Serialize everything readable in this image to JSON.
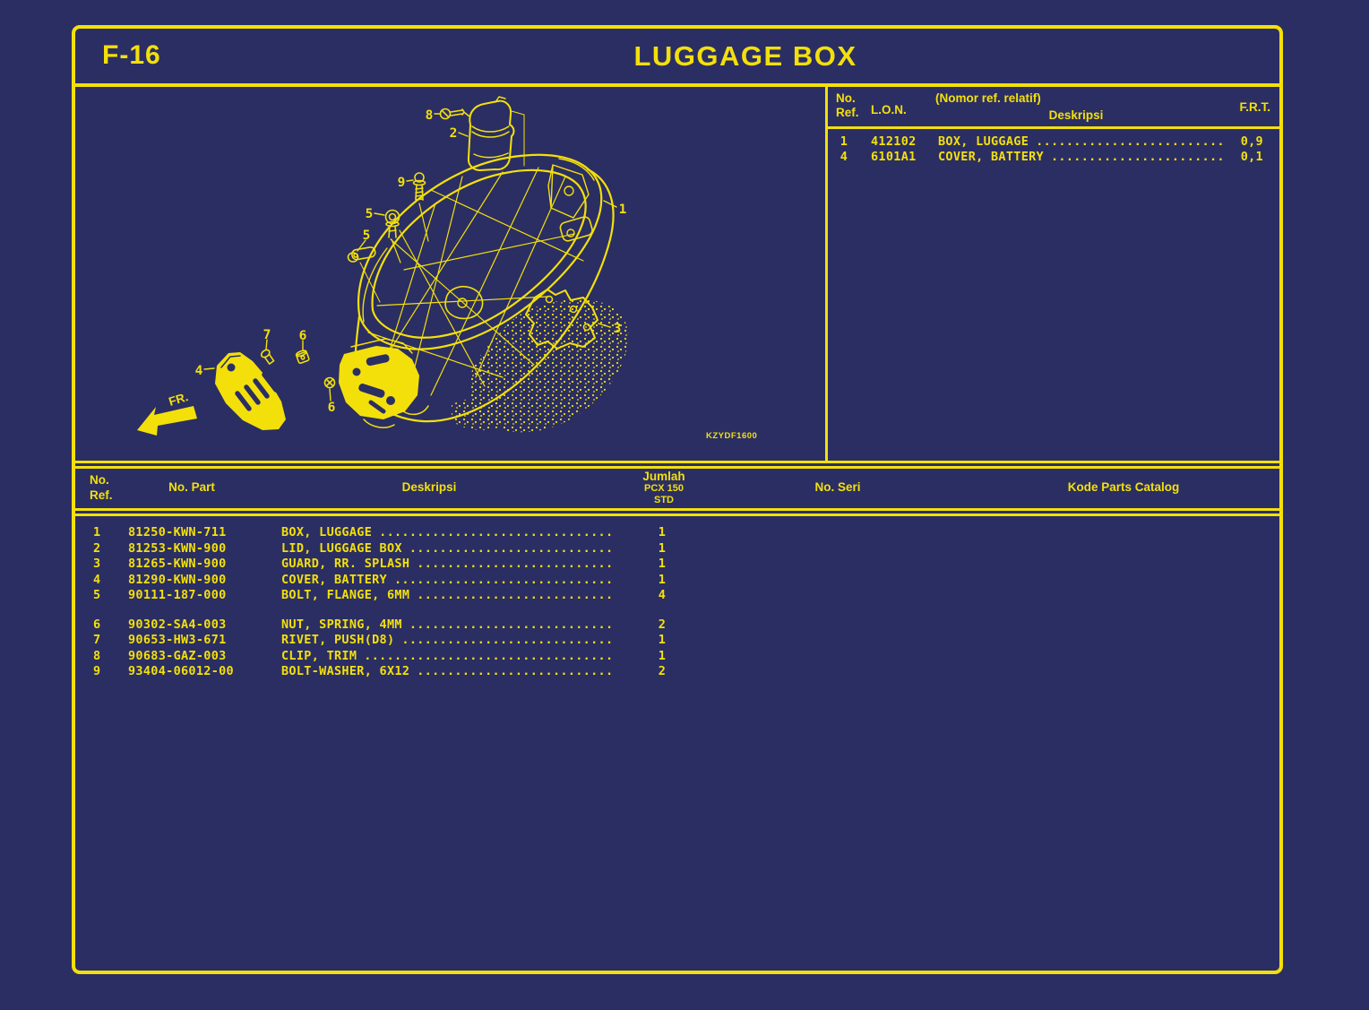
{
  "page": {
    "code": "F-16",
    "title": "LUGGAGE BOX",
    "diagram_code": "KZYDF1600",
    "fr_label": "FR."
  },
  "colors": {
    "background": "#2b2e63",
    "accent": "#f3e00b"
  },
  "ref_table": {
    "header": {
      "ref_l1": "No.",
      "ref_l2": "Ref.",
      "lon": "L.O.N.",
      "desc_note": "(Nomor ref. relatif)",
      "desc": "Deskripsi",
      "frt": "F.R.T."
    },
    "rows": [
      {
        "ref": "1",
        "lon": "412102",
        "desc": "BOX, LUGGAGE",
        "dots": ".........................",
        "frt": "0,9"
      },
      {
        "ref": "4",
        "lon": "6101A1",
        "desc": "COVER, BATTERY",
        "dots": ".......................",
        "frt": "0,1"
      }
    ]
  },
  "parts_table": {
    "header": {
      "ref_l1": "No.",
      "ref_l2": "Ref.",
      "part": "No. Part",
      "desc": "Deskripsi",
      "qty_l1": "Jumlah",
      "qty_l2": "PCX 150",
      "qty_l3": "STD",
      "seri": "No. Seri",
      "kode": "Kode Parts Catalog"
    },
    "rows": [
      {
        "ref": "1",
        "part": "81250-KWN-711",
        "desc": "BOX, LUGGAGE",
        "dots": "...............................",
        "qty": "1"
      },
      {
        "ref": "2",
        "part": "81253-KWN-900",
        "desc": "LID, LUGGAGE BOX",
        "dots": "...........................",
        "qty": "1"
      },
      {
        "ref": "3",
        "part": "81265-KWN-900",
        "desc": "GUARD, RR. SPLASH",
        "dots": "..........................",
        "qty": "1"
      },
      {
        "ref": "4",
        "part": "81290-KWN-900",
        "desc": "COVER, BATTERY",
        "dots": ".............................",
        "qty": "1"
      },
      {
        "ref": "5",
        "part": "90111-187-000",
        "desc": "BOLT, FLANGE, 6MM",
        "dots": "..........................",
        "qty": "4"
      },
      {
        "ref": "6",
        "part": "90302-SA4-003",
        "desc": "NUT, SPRING, 4MM",
        "dots": "...........................",
        "qty": "2"
      },
      {
        "ref": "7",
        "part": "90653-HW3-671",
        "desc": "RIVET, PUSH(D8)",
        "dots": "............................",
        "qty": "1"
      },
      {
        "ref": "8",
        "part": "90683-GAZ-003",
        "desc": "CLIP, TRIM",
        "dots": ".................................",
        "qty": "1"
      },
      {
        "ref": "9",
        "part": "93404-06012-00",
        "desc": "BOLT-WASHER, 6X12",
        "dots": "..........................",
        "qty": "2"
      }
    ]
  },
  "diagram": {
    "callouts": [
      {
        "n": "8"
      },
      {
        "n": "2"
      },
      {
        "n": "9"
      },
      {
        "n": "5"
      },
      {
        "n": "5"
      },
      {
        "n": "1"
      },
      {
        "n": "3"
      },
      {
        "n": "7"
      },
      {
        "n": "6"
      },
      {
        "n": "4"
      },
      {
        "n": "6"
      }
    ]
  }
}
